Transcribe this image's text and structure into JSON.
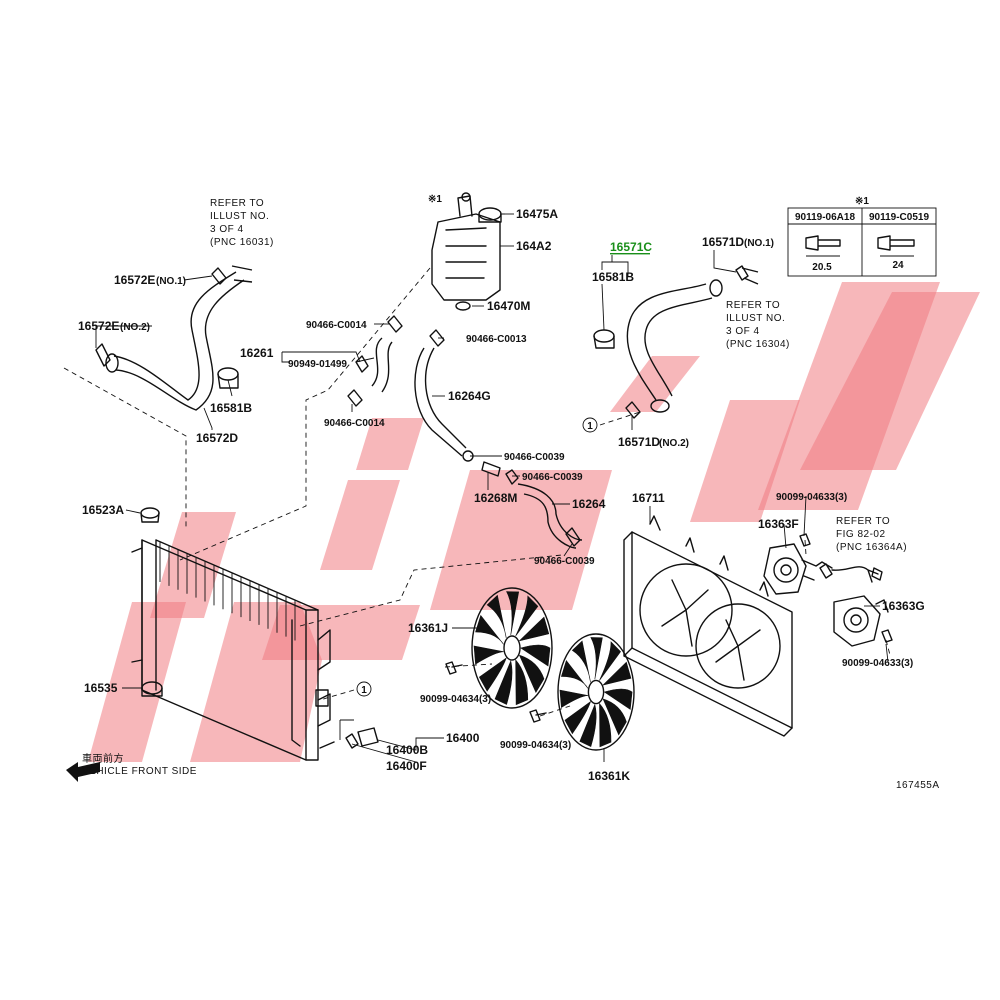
{
  "watermark_color": "#f07b82",
  "highlight_color": "#1a8f1a",
  "parts": {
    "p16475A": "16475A",
    "p164A2": "164A2",
    "p16470M": "16470M",
    "p16571C": "16571C",
    "p16581B_right": "16581B",
    "p16571D_no1": "16571D",
    "no1_suffix": "(NO.1)",
    "p16571D_no2": "16571D",
    "no2_suffix": "(NO.2)",
    "p16572E_no1": "16572E",
    "p16572E_no2": "16572E",
    "p16572D": "16572D",
    "p16581B_left": "16581B",
    "p16261": "16261",
    "p90949_01499": "90949-01499",
    "p90466_C0014_a": "90466-C0014",
    "p90466_C0014_b": "90466-C0014",
    "p90466_C0013": "90466-C0013",
    "p16264G": "16264G",
    "p90466_C0039_a": "90466-C0039",
    "p90466_C0039_b": "90466-C0039",
    "p90466_C0039_c": "90466-C0039",
    "p16268M": "16268M",
    "p16264": "16264",
    "p16711": "16711",
    "p16523A": "16523A",
    "p16535": "16535",
    "p16361J": "16361J",
    "p16361K": "16361K",
    "p90099_04634_a": "90099-04634(3)",
    "p90099_04634_b": "90099-04634(3)",
    "p16400": "16400",
    "p16400B": "16400B",
    "p16400F": "16400F",
    "p16363F": "16363F",
    "p16363G": "16363G",
    "p90099_04633_a": "90099-04633(3)",
    "p90099_04633_b": "90099-04633(3)"
  },
  "notes": {
    "refer_left": [
      "REFER TO",
      "ILLUST NO.",
      "3 OF 4",
      "(PNC 16031)"
    ],
    "refer_right": [
      "REFER TO",
      "ILLUST NO.",
      "3 OF 4",
      "(PNC 16304)"
    ],
    "refer_fig": [
      "REFER TO",
      "FIG 82-02",
      "(PNC 16364A)"
    ],
    "star1": "※1",
    "vehicle_front_jp": "車両前方",
    "vehicle_front": "VEHICLE FRONT SIDE",
    "illus_code": "167455A",
    "circle_ref": "1"
  },
  "bolt_table": {
    "title": "※1",
    "col1_part": "90119-06A18",
    "col2_part": "90119-C0519",
    "col1_dim": "20.5",
    "col2_dim": "24"
  }
}
